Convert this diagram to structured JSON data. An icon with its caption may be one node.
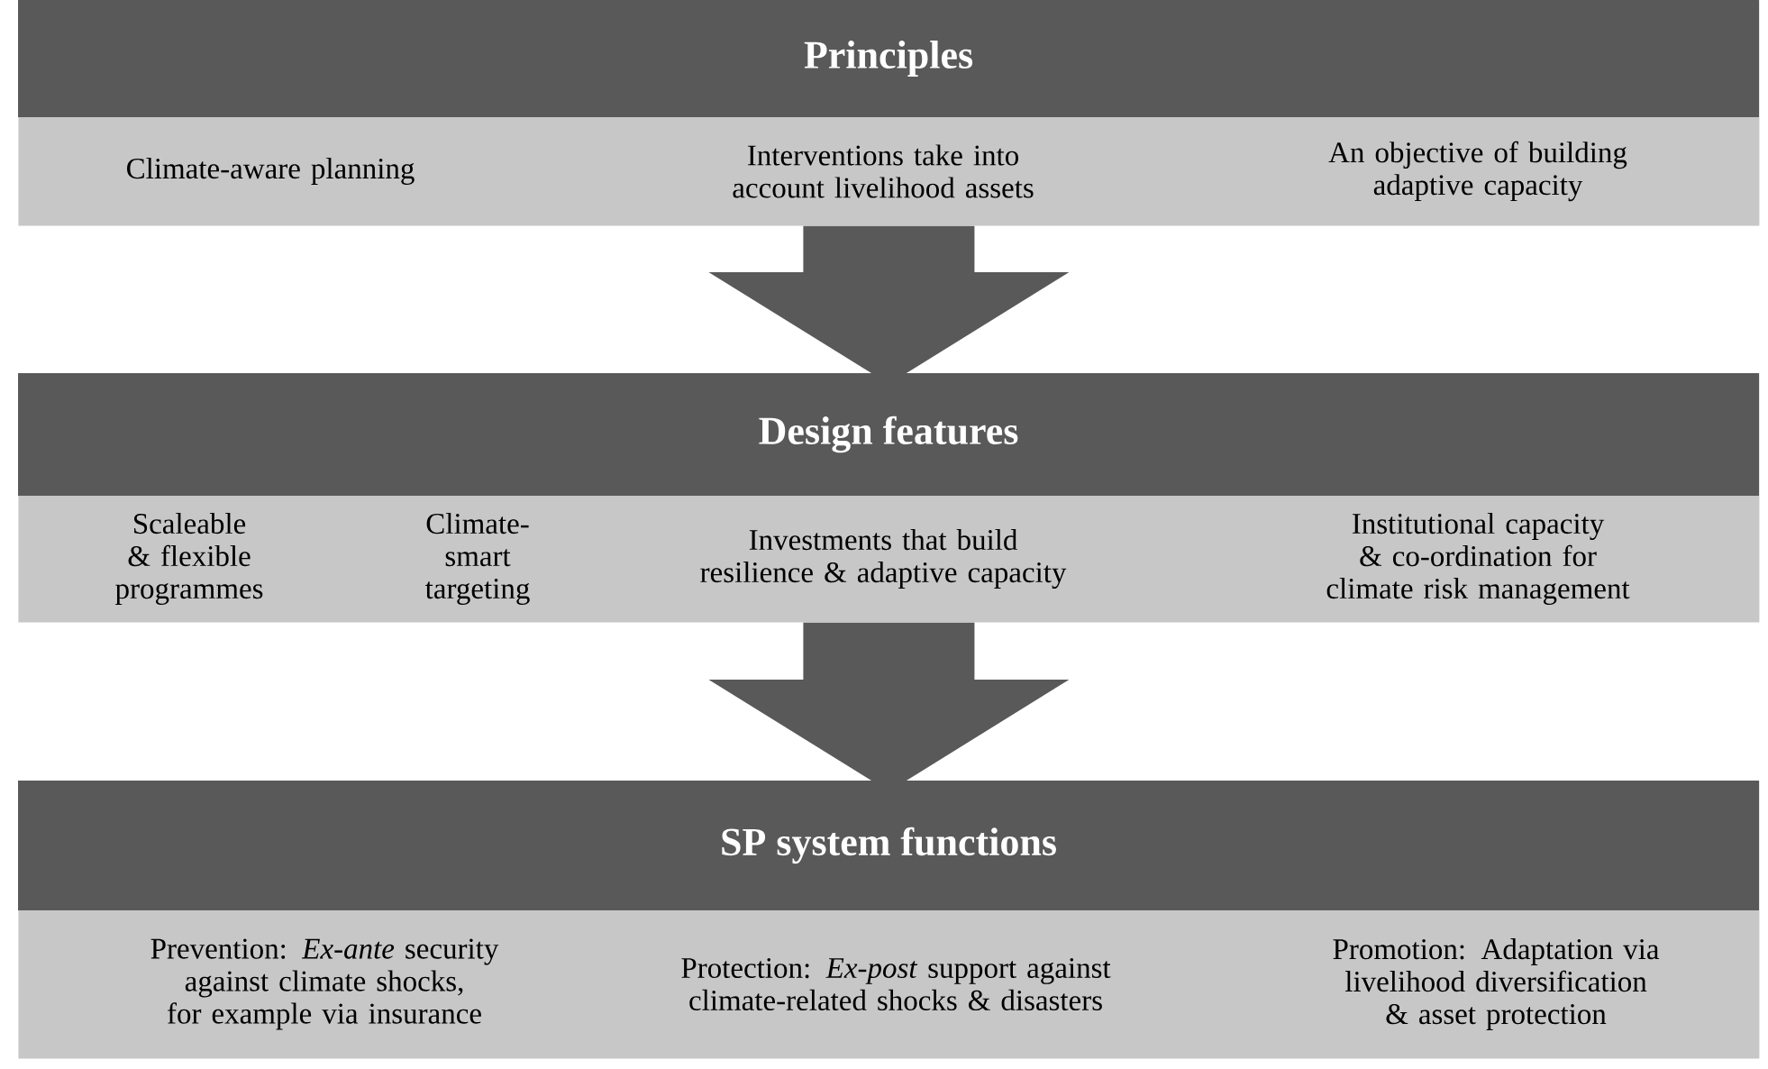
{
  "diagram": {
    "nodes": [
      {
        "text": [
          "Principles"
        ]
      },
      {
        "text": [
          "Climate-aware planning"
        ],
        "in": 0
      },
      {
        "text": [
          "Interventions take into account livelihood assets"
        ],
        "in": 0
      },
      {
        "text": [
          "An objective of building adaptive capacity"
        ],
        "in": 0
      },
      {
        "text": [
          "Design features"
        ]
      },
      {
        "text": [
          "Scaleable & flexible programmes"
        ],
        "in": 4
      },
      {
        "text": [
          "Climate-smart targeting"
        ],
        "in": 4
      },
      {
        "text": [
          "Investments that build resilience & adaptive capacity"
        ],
        "in": 4
      },
      {
        "text": [
          "Institutional capacity & co-ordination for climate risk management"
        ],
        "in": 4
      },
      {
        "text": [
          "SP system functions"
        ]
      },
      {
        "text": [
          "Prevention: *Ex-ante* security against climate shocks, for example via insurance"
        ],
        "in": 9
      },
      {
        "text": [
          "Protection: *Ex-post* support against climate-related shocks & disasters"
        ],
        "in": 9
      },
      {
        "text": [
          "Promotion: Adaptation via livelihood diversification & asset protection"
        ],
        "in": 9
      }
    ],
    "edges": [
      {
        "from": 0,
        "to": 4,
        "arrow": "to"
      },
      {
        "from": 4,
        "to": 9,
        "arrow": "to"
      }
    ]
  }
}
